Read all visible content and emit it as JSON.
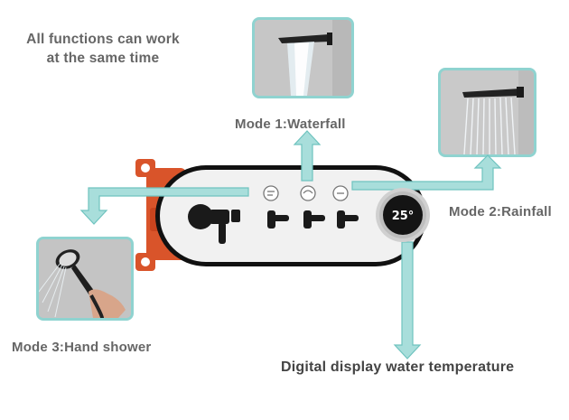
{
  "headline": [
    "All functions can work",
    "at the same time"
  ],
  "modes": {
    "waterfall": "Mode 1:Waterfall",
    "rainfall": "Mode 2:Rainfall",
    "hand_shower": "Mode 3:Hand shower"
  },
  "display": {
    "temperature": "25°",
    "caption": "Digital display water temperature"
  },
  "colors": {
    "arrow": "#a8dedb",
    "arrow_outline": "#6fc3bf",
    "panel": "#f2f2f2",
    "knob": "#1a1a1a",
    "bracket": "#d9542a",
    "screen_text": "#ffffff"
  }
}
